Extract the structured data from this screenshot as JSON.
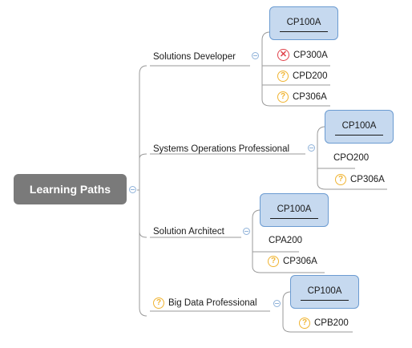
{
  "root": {
    "label": "Learning Paths"
  },
  "branches": [
    {
      "label": "Solutions Developer",
      "children": [
        {
          "label": "CP100A",
          "highlighted": true
        },
        {
          "label": "CP300A",
          "icon": "x-circle-icon"
        },
        {
          "label": "CPD200",
          "icon": "question-icon"
        },
        {
          "label": "CP306A",
          "icon": "question-icon"
        }
      ]
    },
    {
      "label": "Systems Operations Professional",
      "children": [
        {
          "label": "CP100A",
          "highlighted": true
        },
        {
          "label": "CPO200"
        },
        {
          "label": "CP306A",
          "icon": "question-icon"
        }
      ]
    },
    {
      "label": "Solution Architect",
      "children": [
        {
          "label": "CP100A",
          "highlighted": true
        },
        {
          "label": "CPA200"
        },
        {
          "label": "CP306A",
          "icon": "question-icon"
        }
      ]
    },
    {
      "label": "Big Data Professional",
      "icon": "question-icon",
      "children": [
        {
          "label": "CP100A",
          "highlighted": true
        },
        {
          "label": "CPB200",
          "icon": "question-icon"
        }
      ]
    }
  ],
  "colors": {
    "root_bg": "#7a7a7a",
    "highlight_fill": "#c6d9ef",
    "highlight_border": "#6b9bd1",
    "question_icon": "#f0b432",
    "x_icon": "#e0414a"
  }
}
